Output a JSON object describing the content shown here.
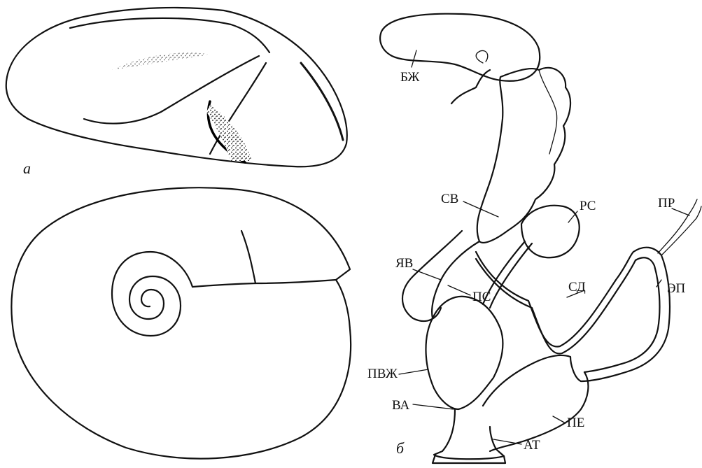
{
  "panels": {
    "a": "а",
    "b": "б"
  },
  "labels": {
    "bzh": "БЖ",
    "sv": "СВ",
    "rs": "РС",
    "pr": "ПР",
    "yav": "ЯВ",
    "ps": "ПС",
    "sd": "СД",
    "ep": "ЭП",
    "pvzh": "ПВЖ",
    "va": "ВА",
    "pe": "ПЕ",
    "at": "АТ"
  },
  "colors": {
    "ink": "#111111",
    "paper": "#ffffff"
  }
}
